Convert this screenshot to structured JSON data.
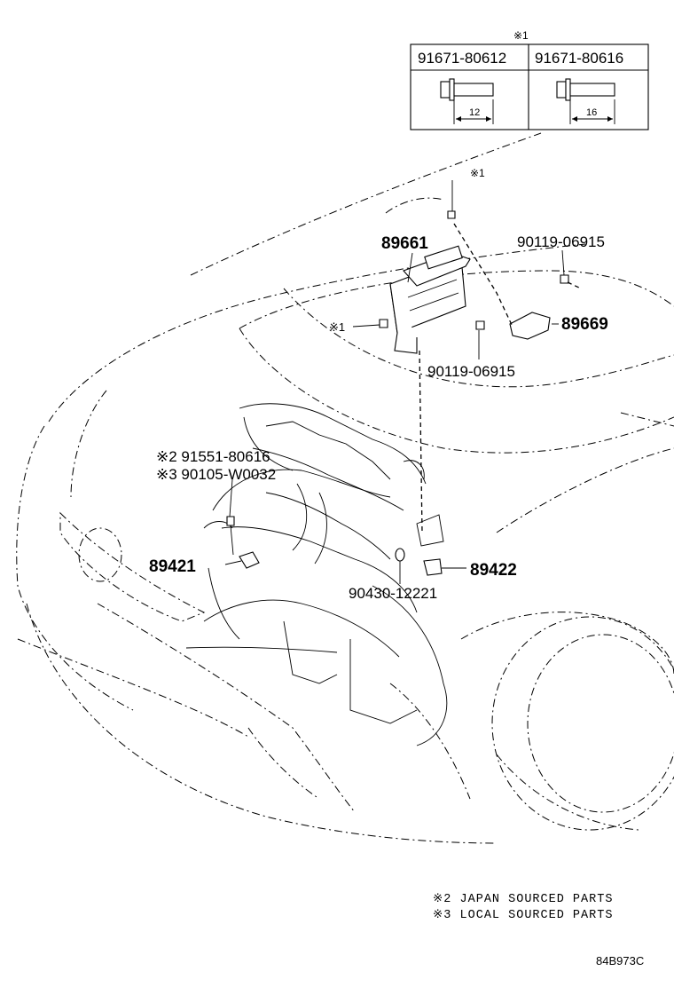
{
  "bolt_table": {
    "header_mark": "※1",
    "columns": [
      {
        "part_no": "91671-80612",
        "dimension": "12"
      },
      {
        "part_no": "91671-80616",
        "dimension": "16"
      }
    ]
  },
  "callouts": {
    "ecu": "89661",
    "bracket": "89669",
    "bolt_top": "90119-06915",
    "bolt_mid": "90119-06915",
    "mark_top": "※1",
    "mark_left": "※1",
    "bolt_japan": "※2 91551-80616",
    "bolt_local": "※3 90105-W0032",
    "sensor_left": "89421",
    "sensor_right": "89422",
    "gasket": "90430-12221"
  },
  "notes": [
    "※2 JAPAN SOURCED PARTS",
    "※3 LOCAL SOURCED PARTS"
  ],
  "figure_code": "84B973C"
}
